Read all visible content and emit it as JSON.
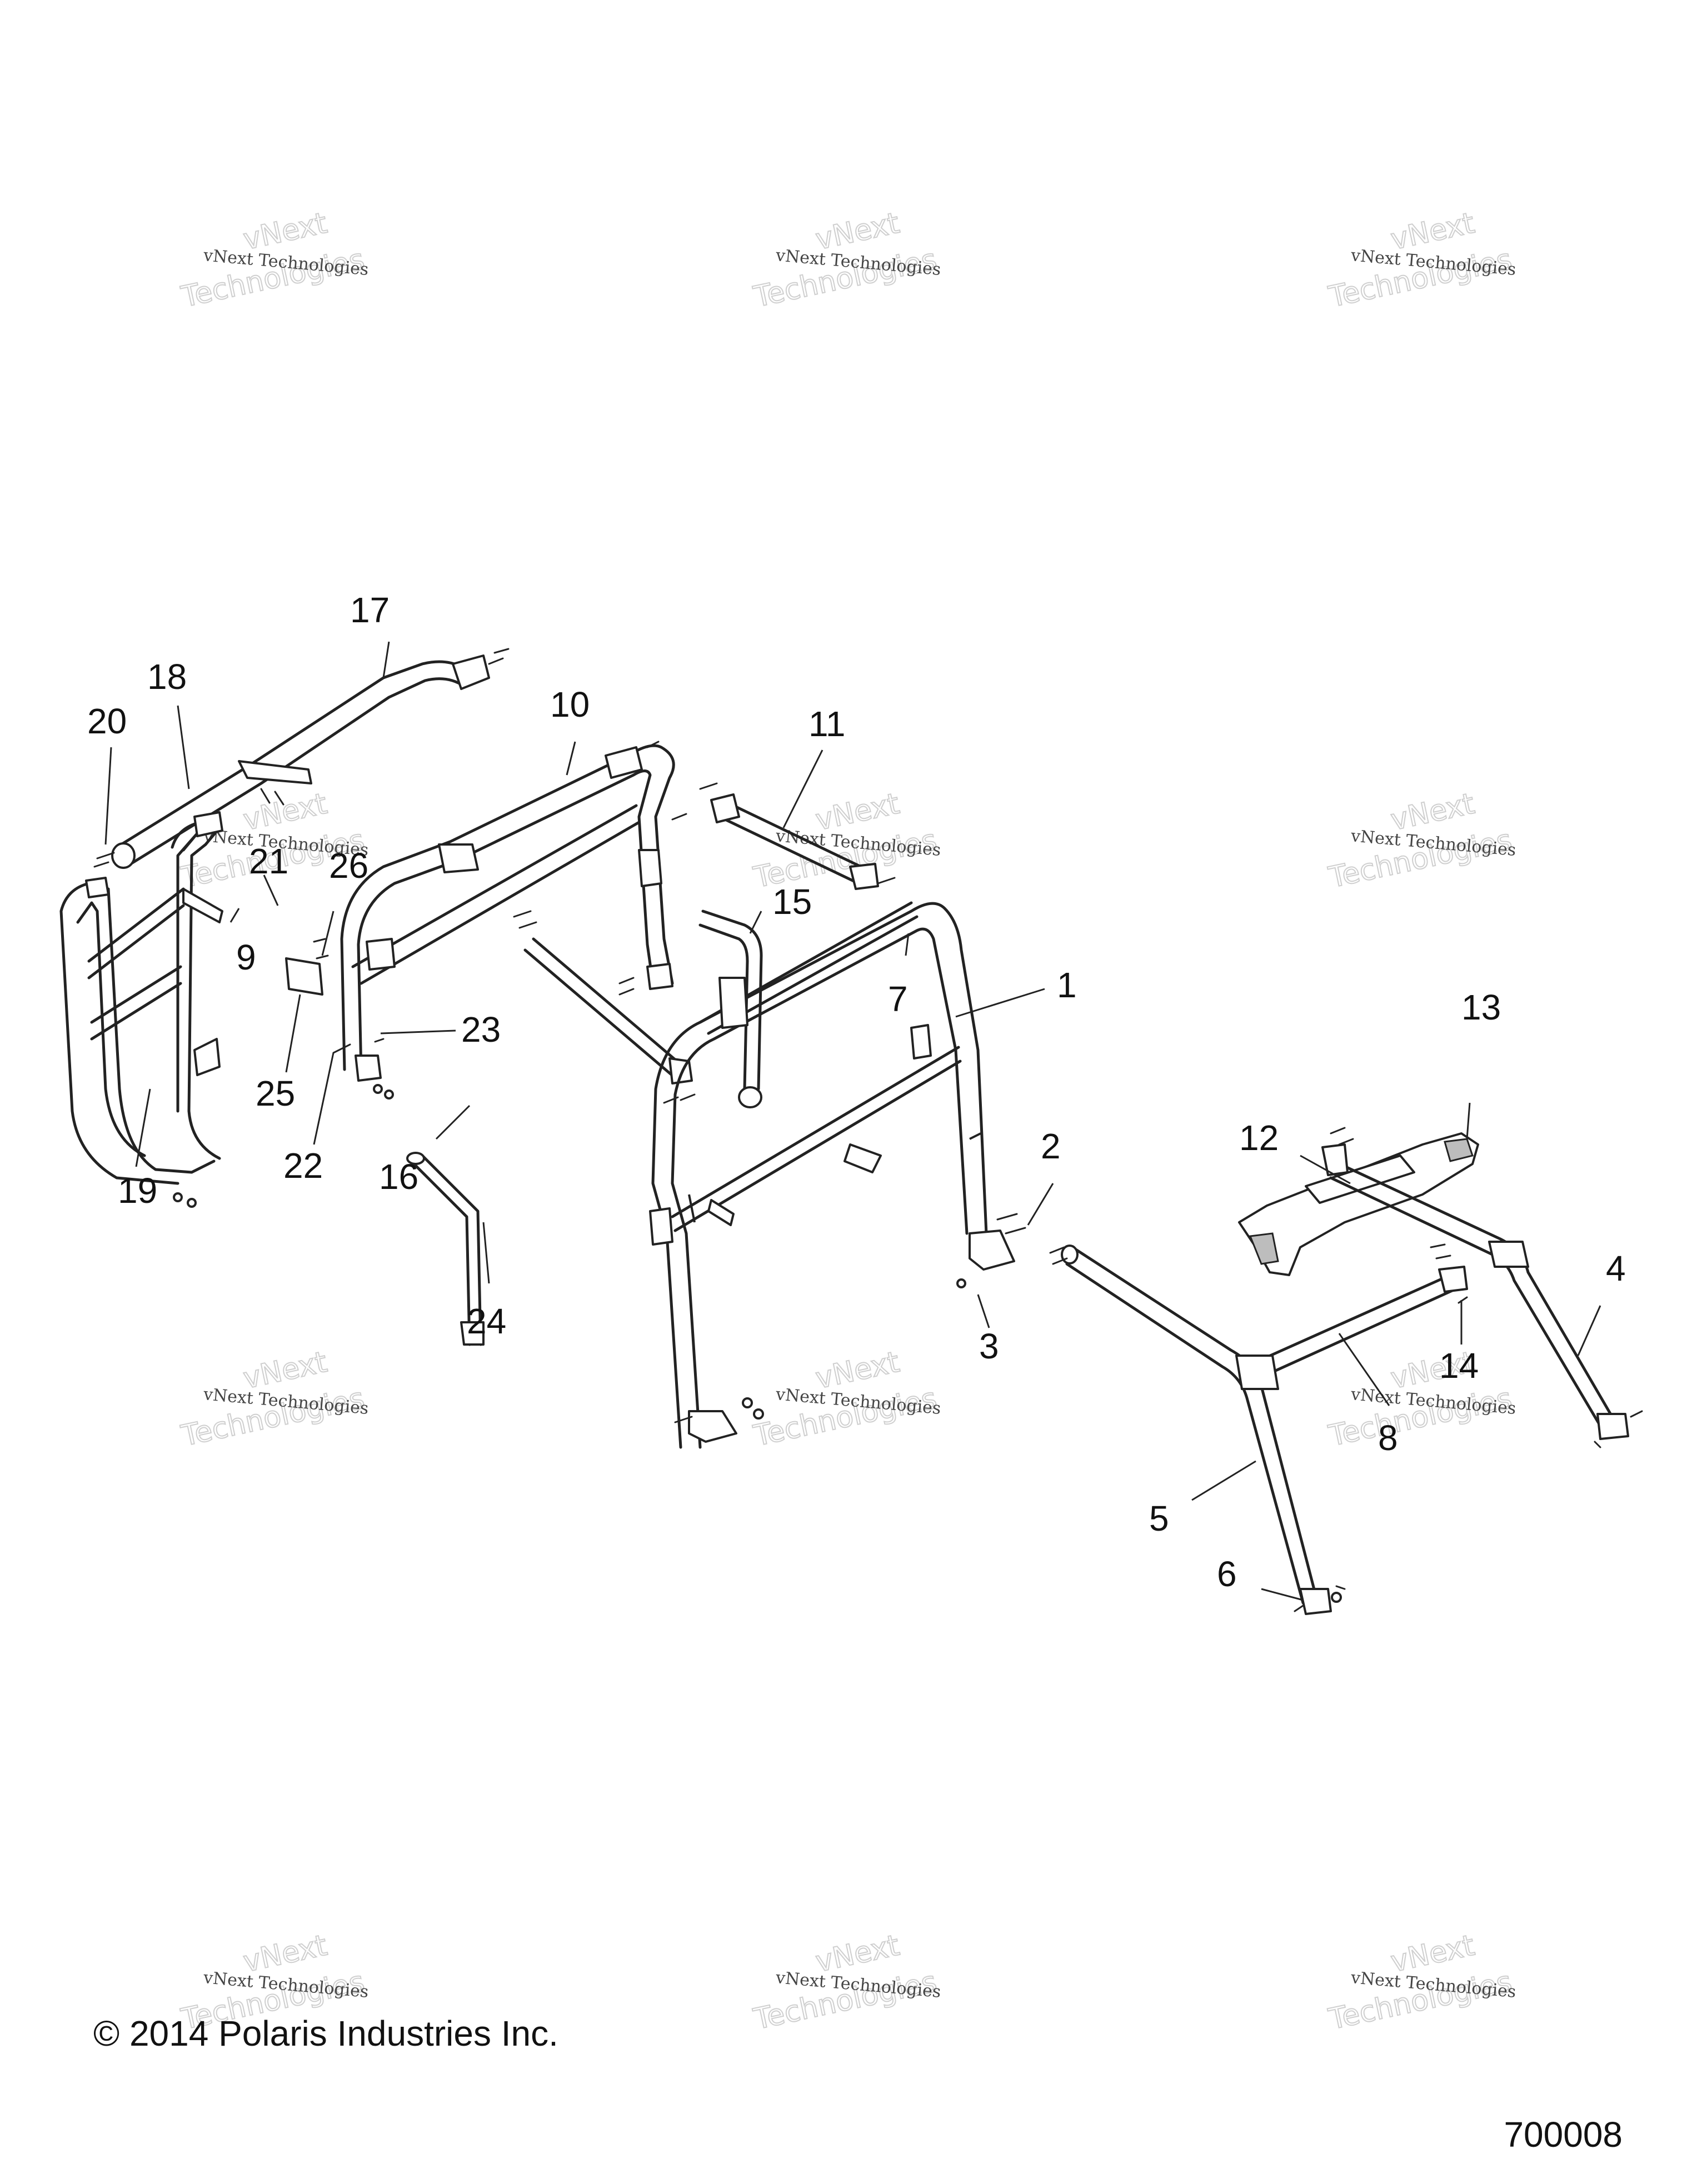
{
  "callouts": [
    {
      "n": "1"
    },
    {
      "n": "2"
    },
    {
      "n": "3"
    },
    {
      "n": "4"
    },
    {
      "n": "5"
    },
    {
      "n": "6"
    },
    {
      "n": "7"
    },
    {
      "n": "8"
    },
    {
      "n": "9"
    },
    {
      "n": "10"
    },
    {
      "n": "11"
    },
    {
      "n": "12"
    },
    {
      "n": "13"
    },
    {
      "n": "14"
    },
    {
      "n": "15"
    },
    {
      "n": "16"
    },
    {
      "n": "17"
    },
    {
      "n": "18"
    },
    {
      "n": "19"
    },
    {
      "n": "20"
    },
    {
      "n": "21"
    },
    {
      "n": "22"
    },
    {
      "n": "23"
    },
    {
      "n": "24"
    },
    {
      "n": "25"
    },
    {
      "n": "26"
    }
  ],
  "watermark": {
    "line1": "vNext Technologies",
    "line2": "Technologies",
    "top": "vNext"
  },
  "copyright": "© 2014 Polaris Industries Inc.",
  "drawing_number": "700008"
}
